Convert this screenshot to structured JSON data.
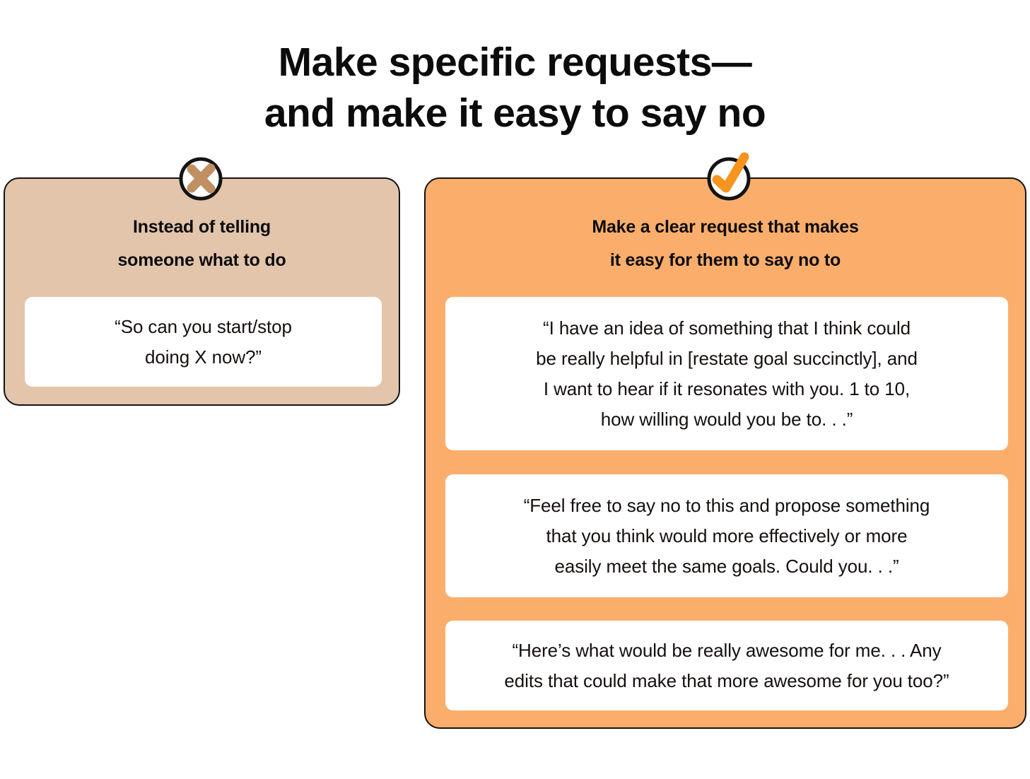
{
  "title": {
    "lines": [
      "Make specific requests—",
      "and make it easy to say no"
    ]
  },
  "colors": {
    "page_background": "#FFFFFF",
    "left_card_background": "#E3C5AC",
    "right_card_background": "#FBAE6C",
    "quote_box_background": "#FFFFFF",
    "x_icon": "#C08F62",
    "check_icon": "#F7941E",
    "border": "#131313",
    "text": "#0C0C0C"
  },
  "left_card": {
    "icon": "x-mark-icon",
    "heading_lines": [
      "Instead of telling",
      "someone what to do"
    ],
    "quotes": [
      {
        "lines": [
          "“So can you start/stop",
          "doing X now?”"
        ]
      }
    ]
  },
  "right_card": {
    "icon": "check-mark-icon",
    "heading_lines": [
      "Make a clear request that makes",
      "it easy for them to say no to"
    ],
    "quotes": [
      {
        "lines": [
          "“I have an idea of something that I think could",
          "be really helpful in [restate goal succinctly], and",
          "I want to hear if it resonates with you. 1 to 10,",
          "how willing would you be to. . .”"
        ]
      },
      {
        "lines": [
          "“Feel free to say no to this and propose something",
          "that you think would more effectively or more",
          "easily meet the same goals. Could you. . .”"
        ]
      },
      {
        "lines": [
          "“Here’s what would be really awesome for me. . . Any",
          "edits that could make that more awesome for you too?”"
        ]
      }
    ]
  }
}
